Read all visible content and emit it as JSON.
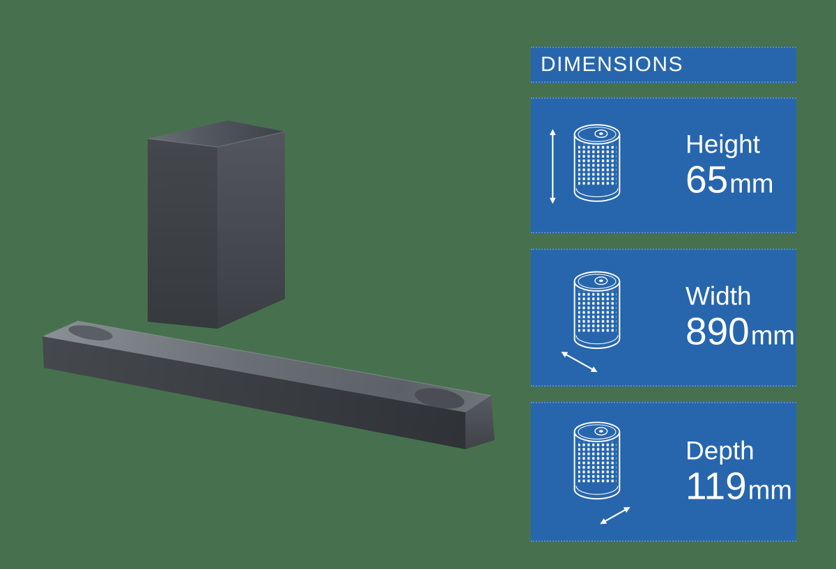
{
  "colors": {
    "background": "#47714E",
    "accent": "#2766AD",
    "text": "#FFFFFF"
  },
  "panel": {
    "title": "DIMENSIONS",
    "cards": [
      {
        "label": "Height",
        "value": "65",
        "unit": "mm",
        "icon": "speaker-cylinder-with-vertical-height-arrow"
      },
      {
        "label": "Width",
        "value": "890",
        "unit": "mm",
        "icon": "speaker-cylinder-with-width-arrow"
      },
      {
        "label": "Depth",
        "value": "119",
        "unit": "mm",
        "icon": "speaker-cylinder-with-depth-arrow"
      }
    ]
  },
  "product": {
    "description": "soundbar-and-wireless-subwoofer-illustration"
  }
}
